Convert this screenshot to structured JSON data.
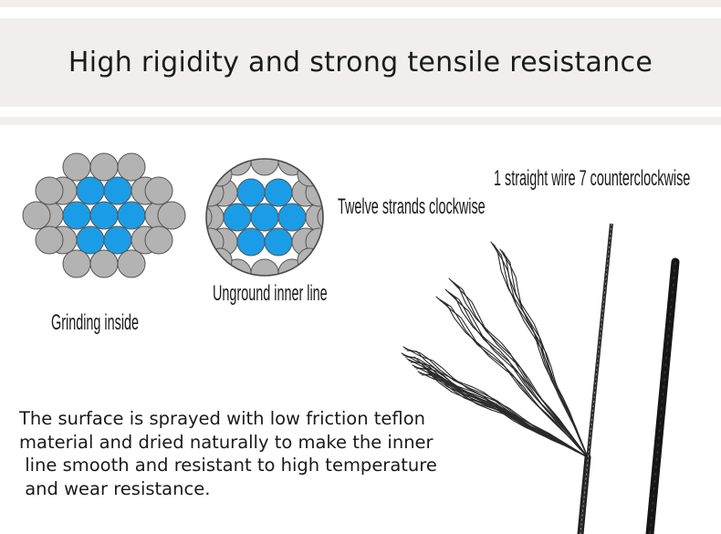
{
  "header": {
    "title": "High rigidity and strong tensile resistance"
  },
  "labels": {
    "grinding": "Grinding inside",
    "unground": "Unground inner line",
    "twelve_strands": "Twelve strands clockwise",
    "straight_wire": "1 straight wire 7 counterclockwise"
  },
  "description": {
    "lines": [
      "The surface is sprayed with low friction teflon",
      "material and dried naturally to make the inner",
      " line smooth and resistant to high temperature",
      " and wear resistance."
    ]
  },
  "colors": {
    "banner_bg": "#f2eeee",
    "inner_strand": "#1a9de6",
    "outer_strand": "#b3b3b3",
    "wire": "#1c1c1c"
  },
  "icons": {
    "grinding_cross_section": "hexagonal-strand-cross-section-icon",
    "unground_cross_section": "circular-strand-cross-section-icon",
    "cable_photo": "frayed-steel-cable-illustration"
  }
}
